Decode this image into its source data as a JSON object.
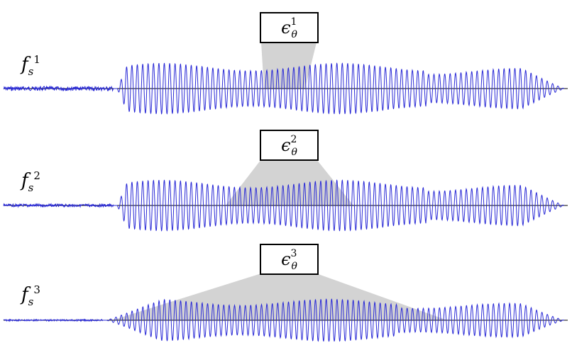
{
  "panels": [
    {
      "signal_label": {
        "base": "f",
        "sub": "s",
        "sup": "1"
      },
      "window_label": {
        "base": "ϵ",
        "sub": "θ",
        "sup": "1"
      }
    },
    {
      "signal_label": {
        "base": "f",
        "sub": "s",
        "sup": "2"
      },
      "window_label": {
        "base": "ϵ",
        "sub": "θ",
        "sup": "2"
      }
    },
    {
      "signal_label": {
        "base": "f",
        "sub": "s",
        "sup": "3"
      },
      "window_label": {
        "base": "ϵ",
        "sub": "θ",
        "sup": "3"
      }
    }
  ],
  "colors": {
    "waveform": "#2a2ad6",
    "baseline": "#000000",
    "window_fill": "#d3d3d3",
    "box_border": "#000000"
  }
}
